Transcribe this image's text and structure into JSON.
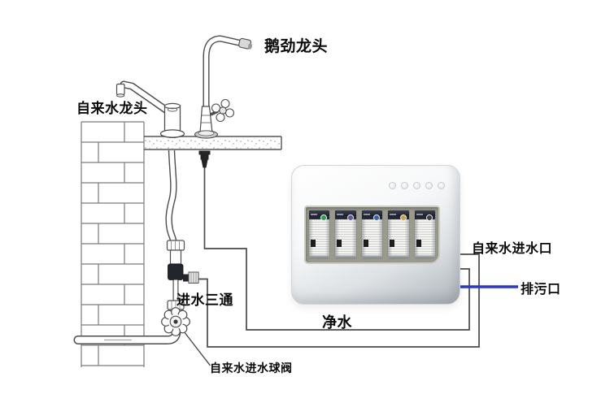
{
  "diagram": {
    "labels": {
      "gooseneck_faucet": "鹅劲龙头",
      "tap_water_faucet": "自来水龙头",
      "inlet_tee": "进水三通",
      "tap_water_inlet_ball_valve": "自来水进水球阀",
      "purified_water": "净水",
      "tap_water_inlet_port": "自来水进水口",
      "drain_port": "排污口"
    }
  },
  "colors": {
    "line_art": "#4d4d4d",
    "drain_line_blue": "#2636d8",
    "filter_badges": [
      "#2e9e4f",
      "#6353a0",
      "#3b5fb0",
      "#c9a43b",
      "#3a4049"
    ]
  },
  "purifier": {
    "filter_count": 5,
    "button_count": 5
  }
}
